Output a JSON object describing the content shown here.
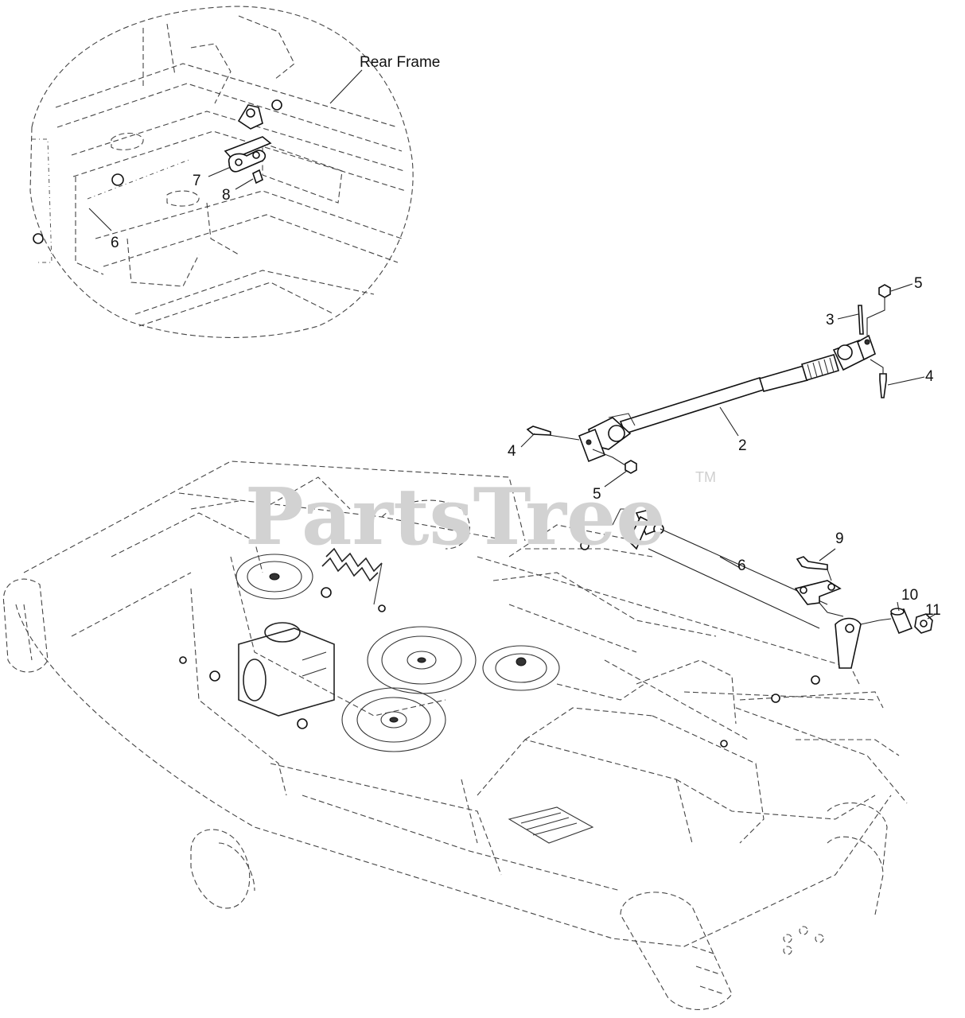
{
  "diagram": {
    "inset_title": "Rear Frame",
    "watermark": "PartsTree",
    "watermark_tm": "TM",
    "callouts": {
      "c2": "2",
      "c3": "3",
      "c4a": "4",
      "c4b": "4",
      "c5a": "5",
      "c5b": "5",
      "c6a": "6",
      "c6b": "6",
      "c7": "7",
      "c8": "8",
      "c9": "9",
      "c10": "10",
      "c11": "11"
    }
  }
}
